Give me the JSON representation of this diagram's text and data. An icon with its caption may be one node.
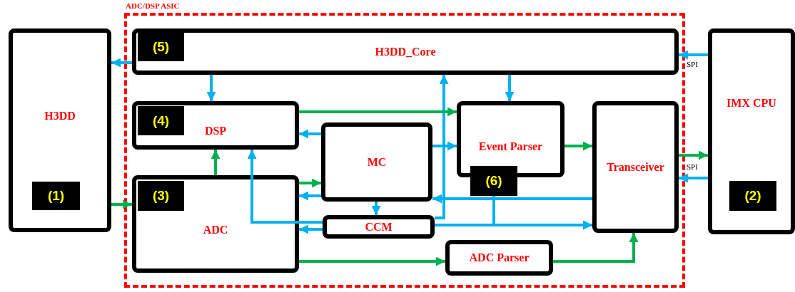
{
  "diagram": {
    "nodes": [
      {
        "text": [
          "H3DD"
        ]
      },
      {
        "text": [
          "(1)"
        ],
        "in": 0
      },
      {
        "text": [
          "ADC/DSP ASIC"
        ]
      },
      {
        "text": [
          "H3DD_Core"
        ],
        "in": 2
      },
      {
        "text": [
          "(5)"
        ],
        "in": 3
      },
      {
        "text": [
          "DSP"
        ],
        "in": 2
      },
      {
        "text": [
          "(4)"
        ],
        "in": 5
      },
      {
        "text": [
          "MC"
        ],
        "in": 2
      },
      {
        "text": [
          "Event Parser"
        ],
        "in": 2
      },
      {
        "text": [
          "Transceiver"
        ],
        "in": 2
      },
      {
        "text": [
          "ADC"
        ],
        "in": 2
      },
      {
        "text": [
          "(3)"
        ],
        "in": 10
      },
      {
        "text": [
          "CCM"
        ],
        "in": 2
      },
      {
        "text": [
          "ADC Parser"
        ],
        "in": 2
      },
      {
        "text": [
          "(6)"
        ],
        "in": 2
      },
      {
        "text": [
          "IMX CPU"
        ]
      },
      {
        "text": [
          "(2)"
        ],
        "in": 15
      }
    ],
    "edges": [
      {
        "from": 3,
        "to": 0,
        "arrow": "to"
      },
      {
        "from": 3,
        "to": 5,
        "arrow": "to"
      },
      {
        "from": 3,
        "to": 8,
        "arrow": "to"
      },
      {
        "from": 12,
        "to": 3,
        "arrow": "to"
      },
      {
        "from": 7,
        "to": 5,
        "arrow": "to"
      },
      {
        "from": 7,
        "to": 8,
        "arrow": "to"
      },
      {
        "from": 9,
        "to": 7,
        "arrow": "to"
      },
      {
        "from": 7,
        "to": 10,
        "arrow": "to"
      },
      {
        "from": 7,
        "to": 12,
        "arrow": "to"
      },
      {
        "from": 12,
        "to": 5,
        "arrow": "to"
      },
      {
        "from": 12,
        "to": 10,
        "arrow": "to"
      },
      {
        "from": 12,
        "to": 9,
        "arrow": "to"
      },
      {
        "from": 14,
        "to": 9,
        "arrow": "to"
      },
      {
        "from": 15,
        "to": 9,
        "arrow": "to",
        "label": "SPI"
      },
      {
        "from": 15,
        "to": 3,
        "arrow": "to",
        "label": "SPI"
      },
      {
        "from": 0,
        "to": 10,
        "arrow": "to",
        "color": "#00b050"
      },
      {
        "from": 10,
        "to": 5,
        "arrow": "to",
        "color": "#00b050"
      },
      {
        "from": 5,
        "to": 8,
        "arrow": "to",
        "color": "#00b050"
      },
      {
        "from": 10,
        "to": 7,
        "arrow": "to",
        "color": "#00b050"
      },
      {
        "from": 8,
        "to": 9,
        "arrow": "to",
        "color": "#00b050"
      },
      {
        "from": 9,
        "to": 15,
        "arrow": "to",
        "color": "#00b050"
      },
      {
        "from": 10,
        "to": 13,
        "arrow": "to",
        "color": "#00b050"
      },
      {
        "from": 13,
        "to": 9,
        "arrow": "to",
        "color": "#00b050"
      }
    ]
  }
}
